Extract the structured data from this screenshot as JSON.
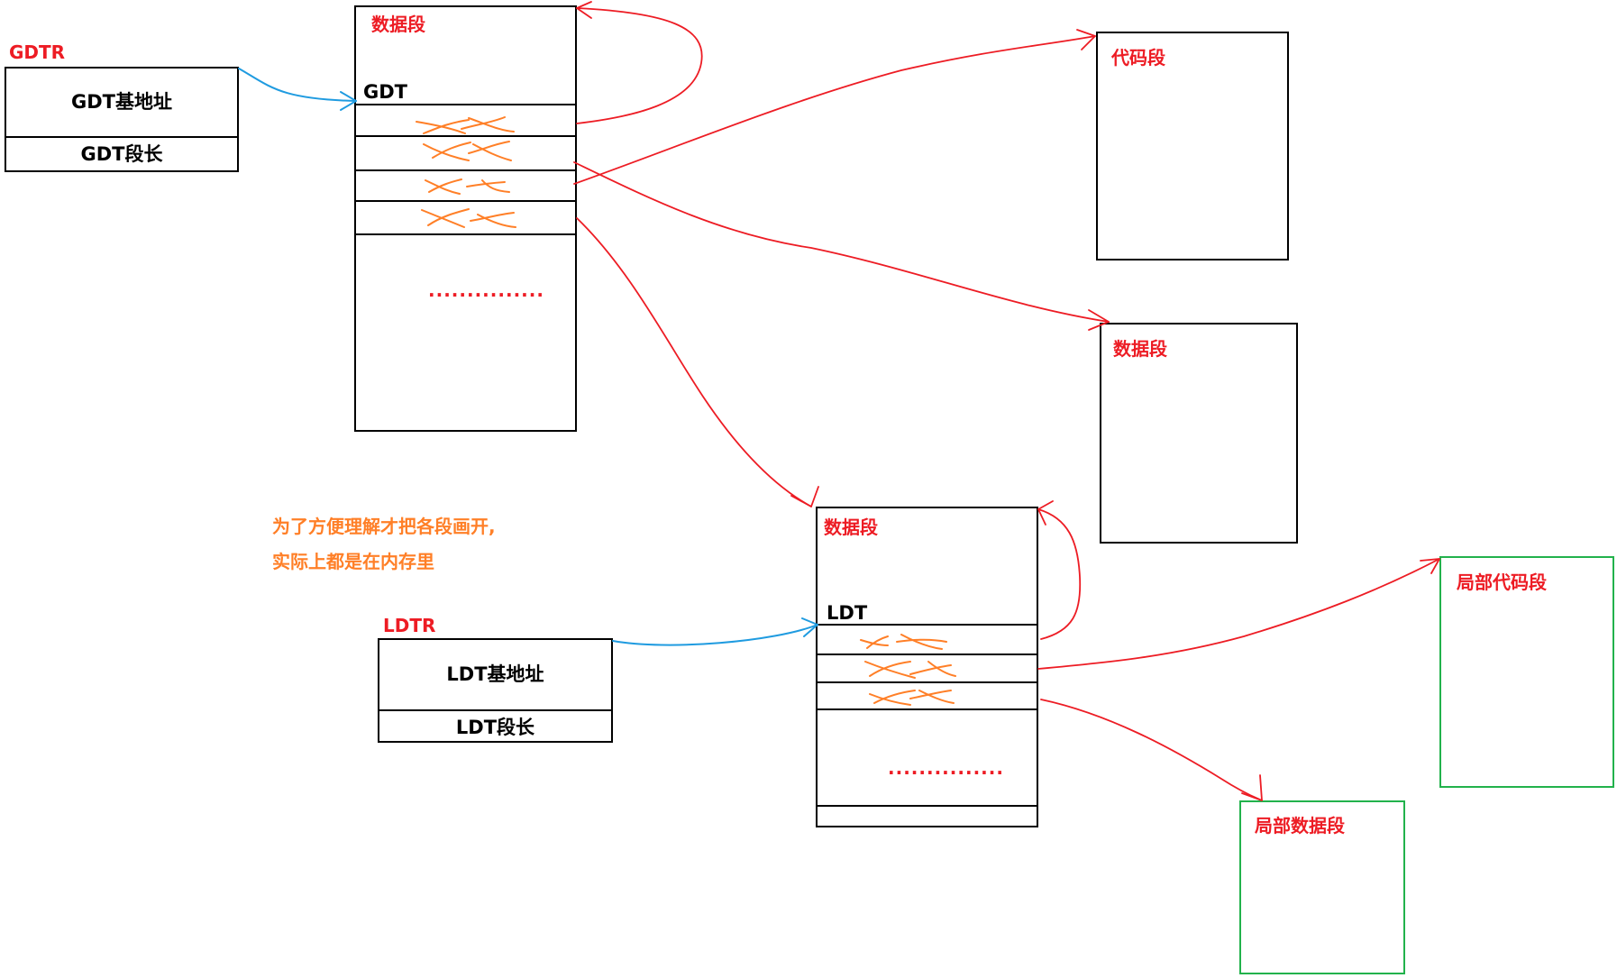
{
  "gdtr": {
    "title": "GDTR",
    "base": "GDT基地址",
    "limit": "GDT段长"
  },
  "gdt": {
    "segment": "数据段",
    "table": "GDT",
    "ellipsis": "..............."
  },
  "code_seg": {
    "label": "代码段"
  },
  "data_seg": {
    "label": "数据段"
  },
  "note": {
    "line1": "为了方便理解才把各段画开,",
    "line2": "实际上都是在内存里"
  },
  "ldtr": {
    "title": "LDTR",
    "base": "LDT基地址",
    "limit": "LDT段长"
  },
  "ldt": {
    "segment": "数据段",
    "table": "LDT",
    "ellipsis": "..............."
  },
  "local_code": {
    "label": "局部代码段"
  },
  "local_data": {
    "label": "局部数据段"
  },
  "colors": {
    "arrow_red": "#ed1c24",
    "arrow_blue": "#1f9be0",
    "scribble": "#ff7f27",
    "border_green": "#22b24c"
  }
}
